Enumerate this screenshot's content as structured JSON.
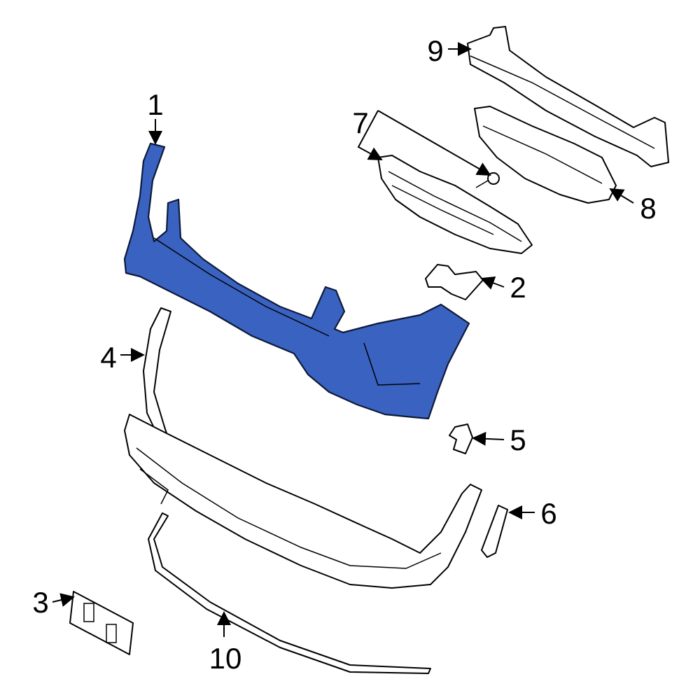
{
  "diagram": {
    "highlight_color": "#3a62c0",
    "highlighted_part": "1",
    "callouts": [
      {
        "id": "1",
        "label": "1"
      },
      {
        "id": "2",
        "label": "2"
      },
      {
        "id": "3",
        "label": "3"
      },
      {
        "id": "4",
        "label": "4"
      },
      {
        "id": "5",
        "label": "5"
      },
      {
        "id": "6",
        "label": "6"
      },
      {
        "id": "7",
        "label": "7"
      },
      {
        "id": "8",
        "label": "8"
      },
      {
        "id": "9",
        "label": "9"
      },
      {
        "id": "10",
        "label": "10"
      }
    ]
  }
}
